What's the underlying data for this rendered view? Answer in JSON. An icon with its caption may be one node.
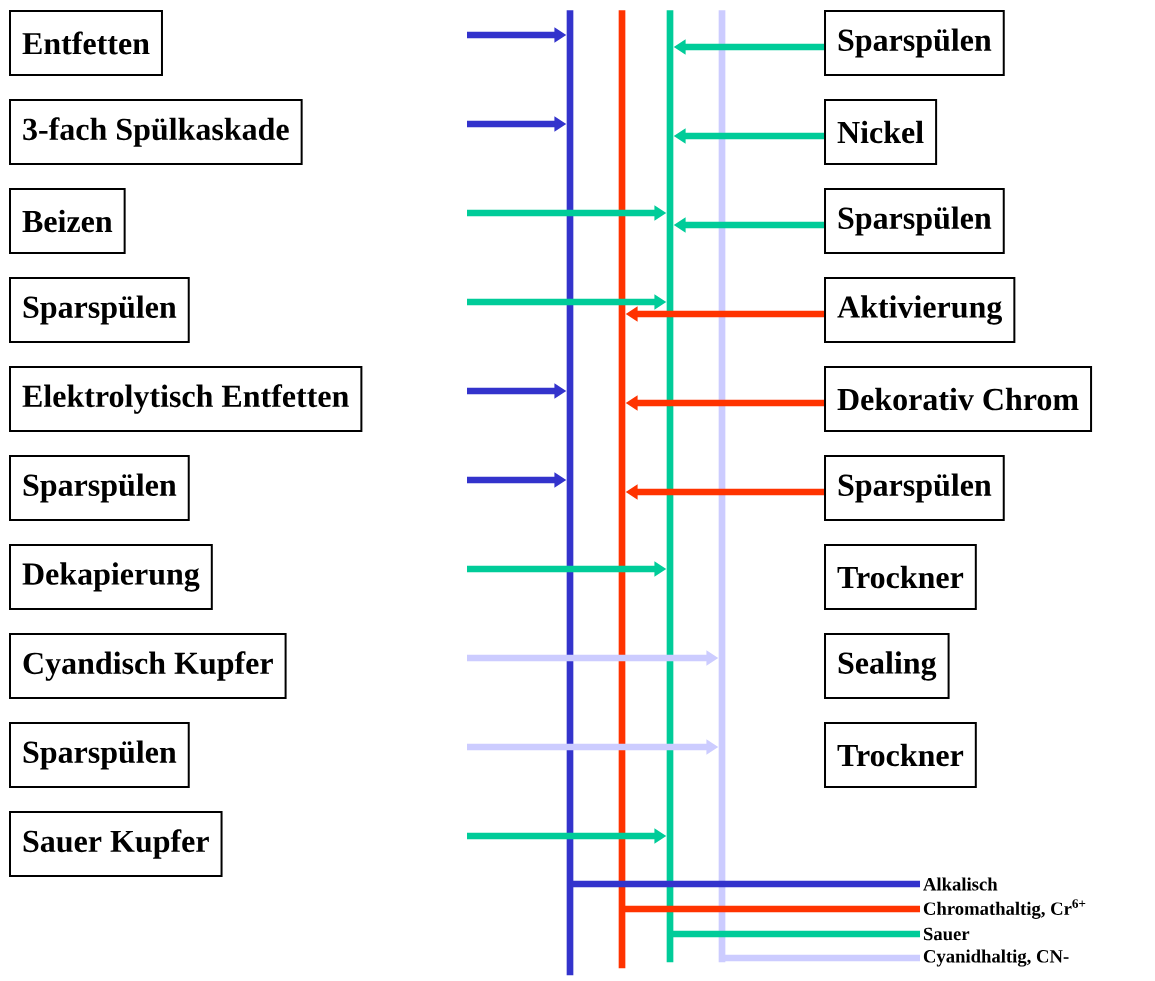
{
  "diagram": {
    "nodes": [
      {
        "text": [
          "Entfetten"
        ]
      },
      {
        "text": [
          "3-fach Spülkaskade"
        ]
      },
      {
        "text": [
          "Beizen"
        ]
      },
      {
        "text": [
          "Sparspülen"
        ]
      },
      {
        "text": [
          "Elektrolytisch Entfetten"
        ]
      },
      {
        "text": [
          "Sparspülen"
        ]
      },
      {
        "text": [
          "Dekapierung"
        ]
      },
      {
        "text": [
          "Cyandisch Kupfer"
        ]
      },
      {
        "text": [
          "Sparspülen"
        ]
      },
      {
        "text": [
          "Sauer Kupfer"
        ]
      },
      {
        "text": [
          "Sparspülen"
        ]
      },
      {
        "text": [
          "Nickel"
        ]
      },
      {
        "text": [
          "Sparspülen"
        ]
      },
      {
        "text": [
          "Aktivierung"
        ]
      },
      {
        "text": [
          "Dekorativ Chrom"
        ]
      },
      {
        "text": [
          "Sparspülen"
        ]
      },
      {
        "text": [
          "Trockner"
        ]
      },
      {
        "text": [
          "Sealing"
        ]
      },
      {
        "text": [
          "Trockner"
        ]
      },
      {
        "text": [],
        "shape": "bar"
      },
      {
        "text": [],
        "shape": "bar"
      },
      {
        "text": [],
        "shape": "bar"
      },
      {
        "text": [],
        "shape": "bar"
      },
      {
        "text": [
          "Alkalisch"
        ]
      },
      {
        "text": [
          "Chromathaltig, Cr$^{6+}$"
        ]
      },
      {
        "text": [
          "Sauer"
        ]
      },
      {
        "text": [
          "Cyanidhaltig, CN-"
        ]
      }
    ],
    "edges": [
      {
        "from": null,
        "to": 19,
        "arrow": "to",
        "color": "#3333cc"
      },
      {
        "from": null,
        "to": 19,
        "arrow": "to",
        "color": "#3333cc"
      },
      {
        "from": null,
        "to": 21,
        "arrow": "to",
        "color": "#00cc99"
      },
      {
        "from": null,
        "to": 21,
        "arrow": "to",
        "color": "#00cc99"
      },
      {
        "from": null,
        "to": 19,
        "arrow": "to",
        "color": "#3333cc"
      },
      {
        "from": null,
        "to": 19,
        "arrow": "to",
        "color": "#3333cc"
      },
      {
        "from": null,
        "to": 21,
        "arrow": "to",
        "color": "#00cc99"
      },
      {
        "from": null,
        "to": 22,
        "arrow": "to",
        "color": "#ccccff"
      },
      {
        "from": null,
        "to": 22,
        "arrow": "to",
        "color": "#ccccff"
      },
      {
        "from": null,
        "to": 21,
        "arrow": "to",
        "color": "#00cc99"
      },
      {
        "from": 10,
        "to": 21,
        "arrow": "to",
        "color": "#00cc99"
      },
      {
        "from": 11,
        "to": 21,
        "arrow": "to",
        "color": "#00cc99"
      },
      {
        "from": 12,
        "to": 21,
        "arrow": "to",
        "color": "#00cc99"
      },
      {
        "from": 13,
        "to": 20,
        "arrow": "to",
        "color": "#ff3300"
      },
      {
        "from": 14,
        "to": 20,
        "arrow": "to",
        "color": "#ff3300"
      },
      {
        "from": 15,
        "to": 20,
        "arrow": "to",
        "color": "#ff3300"
      },
      {
        "from": 19,
        "to": 23,
        "arrow": "none",
        "color": "#3333cc"
      },
      {
        "from": 20,
        "to": 24,
        "arrow": "none",
        "color": "#ff3300"
      },
      {
        "from": 21,
        "to": 25,
        "arrow": "none",
        "color": "#00cc99"
      },
      {
        "from": 22,
        "to": 26,
        "arrow": "none",
        "color": "#ccccff"
      }
    ]
  }
}
